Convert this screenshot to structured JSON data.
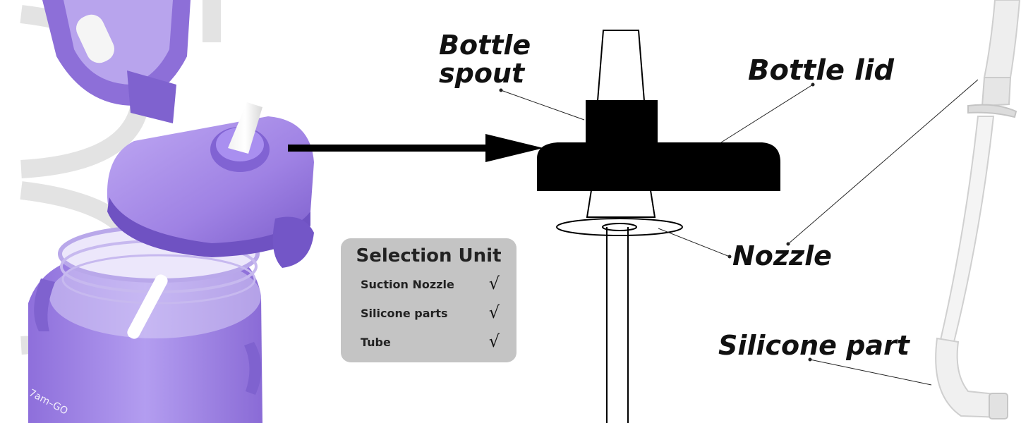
{
  "labels": {
    "bottle_spout_line1": "Bottle",
    "bottle_spout_line2": "spout",
    "bottle_lid": "Bottle lid",
    "nozzle": "Nozzle",
    "silicone_part": "Silicone part"
  },
  "bottle_print": "7am–GO",
  "selection_unit": {
    "title": "Selection Unit",
    "items": [
      {
        "label": "Suction Nozzle",
        "check": "√"
      },
      {
        "label": "Silicone parts",
        "check": "√"
      },
      {
        "label": "Tube",
        "check": "√"
      }
    ]
  },
  "colors": {
    "bottle_purple": "#9b7fe0",
    "lid_purple": "#a48be6",
    "panel_gray": "#c4c4c4",
    "diagram_black": "#000000"
  }
}
